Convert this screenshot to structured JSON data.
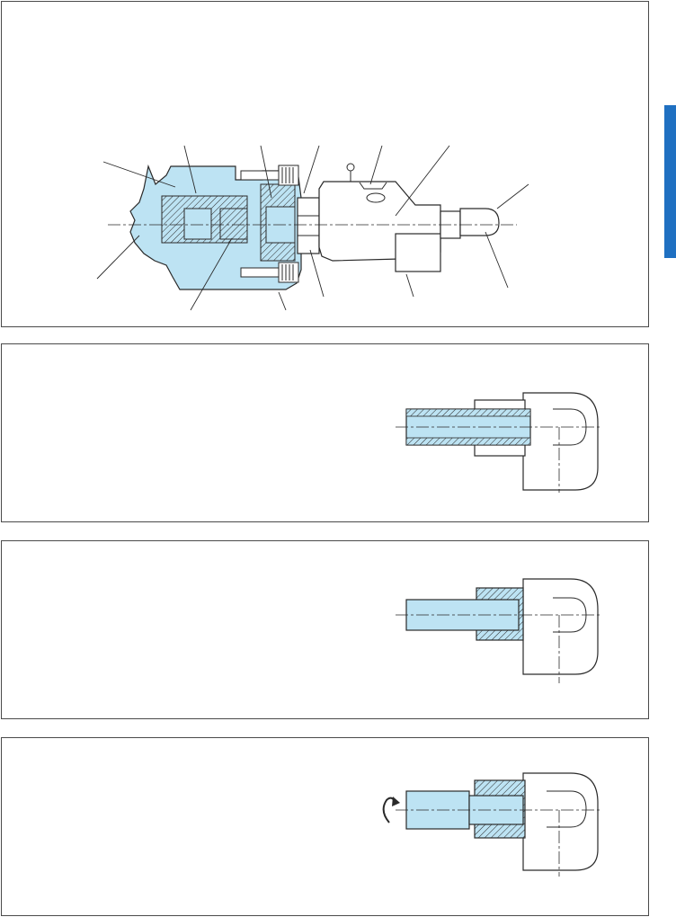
{
  "document": {
    "accent_color": "#1f70c1",
    "fill_color": "#bde3f3",
    "line_color": "#2a2a2a",
    "panels": [
      {
        "id": "assembly-cross-section",
        "labels": []
      },
      {
        "id": "step-1-nut-on-tube",
        "labels": []
      },
      {
        "id": "step-2-ferrule-set",
        "labels": []
      },
      {
        "id": "step-3-rotate-tube",
        "labels": [],
        "icon": "rotation-arrow-icon"
      }
    ]
  }
}
